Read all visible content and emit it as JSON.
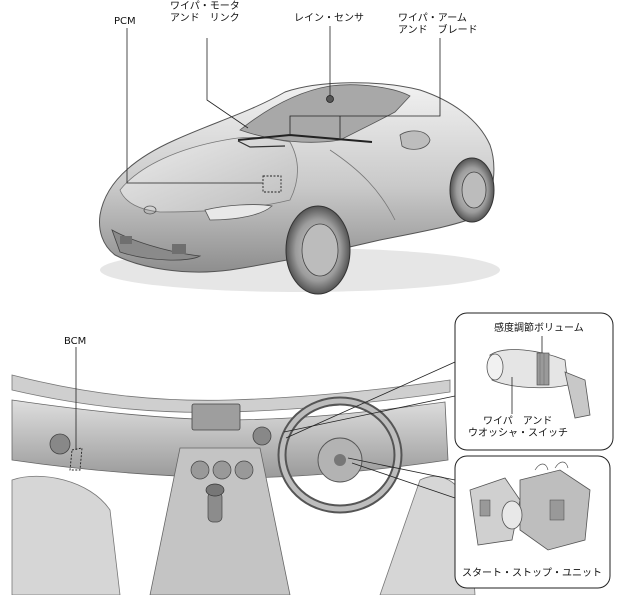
{
  "labels": {
    "pcm": "PCM",
    "wiper_motor_line1": "ワイパ・モータ",
    "wiper_motor_line2": "アンド　リンク",
    "rain_sensor": "レイン・センサ",
    "wiper_arm_line1": "ワイパ・アーム",
    "wiper_arm_line2": "アンド　ブレード",
    "bcm": "BCM",
    "sensitivity_volume": "感度調節ボリューム",
    "washer_switch_line1": "ワイパ　アンド",
    "washer_switch_line2": "ウオッシャ・スイッチ",
    "start_stop_unit": "スタート・ストップ・ユニット"
  }
}
